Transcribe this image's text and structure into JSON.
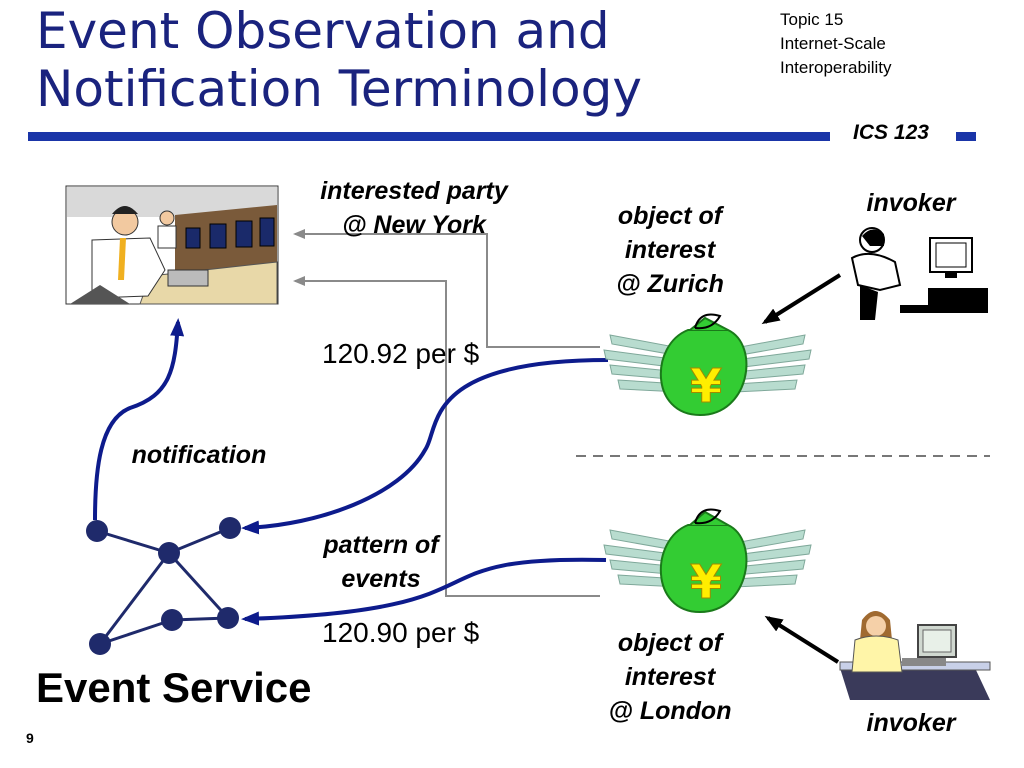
{
  "slide": {
    "title_line1": "Event Observation and",
    "title_line2": "Notification Terminology",
    "topic_line1": "Topic 15",
    "topic_line2": "Internet-Scale",
    "topic_line3": "Interoperability",
    "course": "ICS 123",
    "page_number": "9"
  },
  "labels": {
    "interested_party_line1": "interested party",
    "interested_party_line2": "@ New York",
    "object_zurich_line1": "object of",
    "object_zurich_line2": "interest",
    "object_zurich_line3": "@ Zurich",
    "invoker_top": "invoker",
    "rate_zurich": "120.92 per $",
    "notification": "notification",
    "pattern_line1": "pattern of",
    "pattern_line2": "events",
    "rate_london": "120.90 per $",
    "object_london_line1": "object of",
    "object_london_line2": "interest",
    "object_london_line3": "@ London",
    "event_service": "Event Service",
    "invoker_bottom": "invoker"
  },
  "colors": {
    "title": "#1a237e",
    "rule": "#1a35a8",
    "arrow_blue": "#0d1b8c",
    "node": "#1f2a6b",
    "gray_line": "#8a8a8a",
    "bag_green": "#33cc33",
    "yen_yellow": "#ffee00"
  },
  "icons": [
    "trader-office-illustration",
    "money-bag-yen-icon",
    "computer-user-icon"
  ]
}
